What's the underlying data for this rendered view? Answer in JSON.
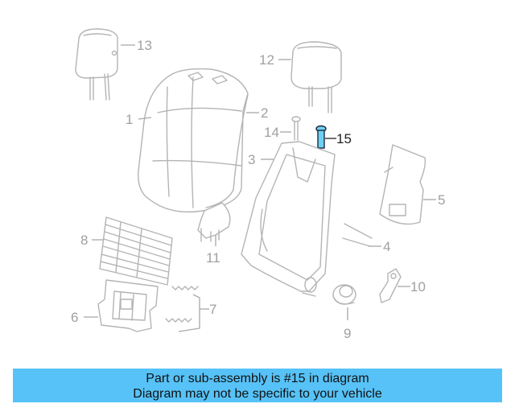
{
  "diagram": {
    "callouts": {
      "c1": "1",
      "c2": "2",
      "c3": "3",
      "c4": "4",
      "c5": "5",
      "c6": "6",
      "c7": "7",
      "c8": "8",
      "c9": "9",
      "c10": "10",
      "c11": "11",
      "c12": "12",
      "c13": "13",
      "c14": "14",
      "c15": "15"
    },
    "highlighted_part": "15",
    "colors": {
      "highlight": "#6fd0f5",
      "banner": "#57c2f7",
      "linework": "#b4b4b4"
    }
  },
  "banner": {
    "line1": "Part or sub-assembly is #15 in diagram",
    "line2": "Diagram may not be specific to your vehicle"
  }
}
